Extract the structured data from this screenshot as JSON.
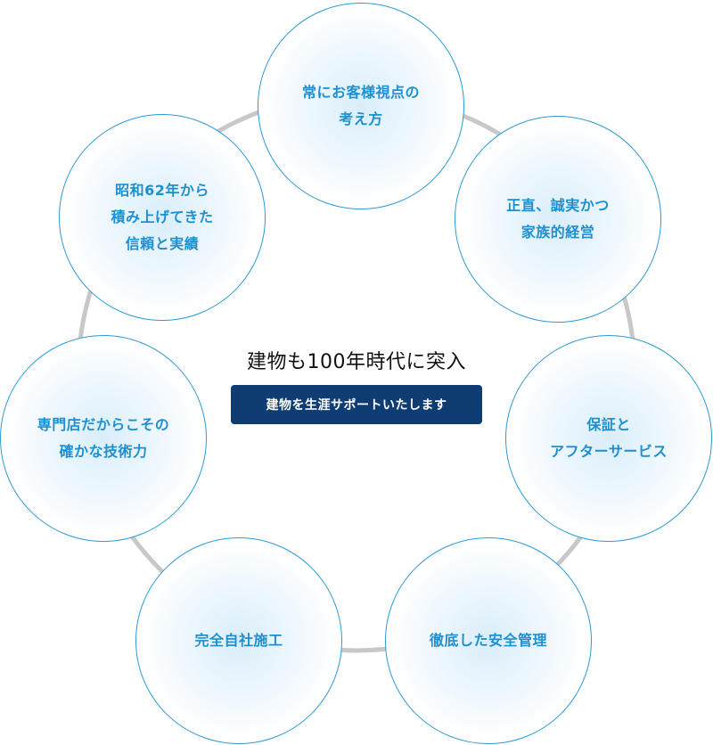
{
  "center": {
    "title": "建物も100年時代に突入",
    "button_label": "建物を生涯サポートいたします"
  },
  "colors": {
    "circle_border": "#2a9ad6",
    "circle_text": "#1e8fd0",
    "ring": "#c8c8c8",
    "button_bg": "#0f3d73",
    "button_text": "#ffffff"
  },
  "nodes": [
    {
      "label": "常にお客様視点の\n考え方"
    },
    {
      "label": "正直、誠実かつ\n家族的経営"
    },
    {
      "label": "保証と\nアフターサービス"
    },
    {
      "label": "徹底した安全管理"
    },
    {
      "label": "完全自社施工"
    },
    {
      "label": "専門店だからこその\n確かな技術力"
    },
    {
      "label": "昭和62年から\n積み上げてきた\n信頼と実績"
    }
  ]
}
